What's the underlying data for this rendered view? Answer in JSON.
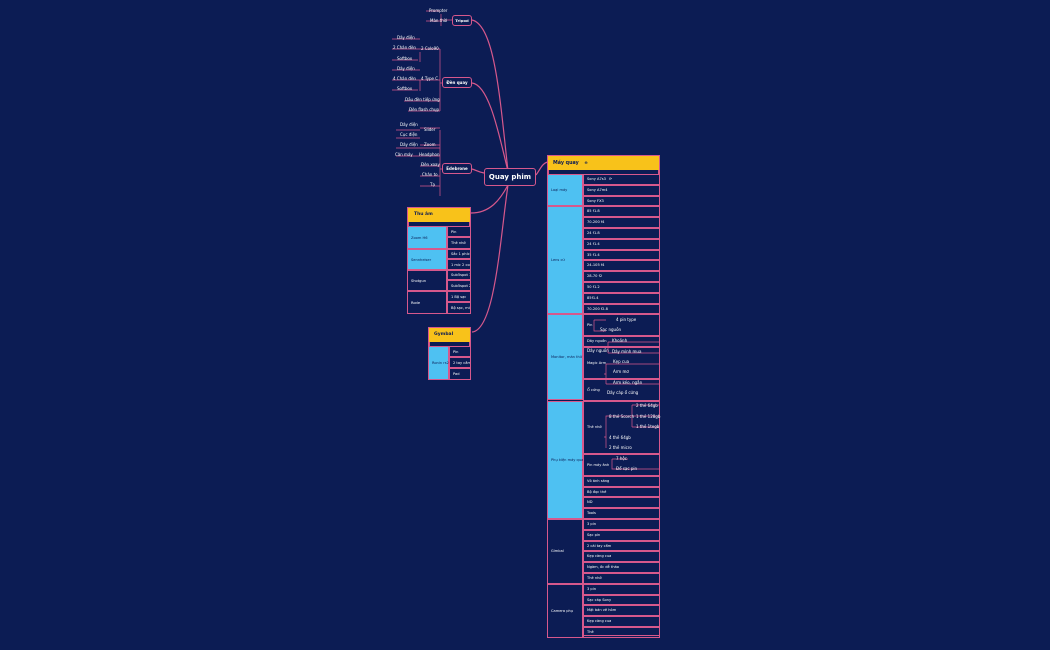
{
  "root": {
    "label": "Quay phim"
  },
  "camera_table": {
    "title": "Máy quay",
    "groups": [
      {
        "label": "Loại máy",
        "items": [
          "Sony A7s3",
          "Sony A7m4",
          "Sony FX3"
        ]
      },
      {
        "label": "Lens cứ",
        "items": [
          "85 f1.8",
          "70-200 f4",
          "24 f1.8",
          "24 f1.4",
          "35 f1.4",
          "24-105 f4",
          "28-70 f2",
          "50 f1.2",
          "85f1.4",
          "70-200 f2.8"
        ]
      },
      {
        "label": "Monitor, màn thử",
        "items": [
          "Pin",
          "Dây nguồn",
          "Magic Arm",
          "Ổ cứng"
        ]
      },
      {
        "label": "Phụ kiện máy quay",
        "items": [
          "Thẻ nhớ",
          "Pin máy ảnh",
          "Vỏ ánh sáng",
          "Bộ đọc thẻ",
          "ND",
          "Tools"
        ]
      },
      {
        "label": "Gimbal",
        "items": [
          "3 pin",
          "Sạc pin",
          "2 cái tay cầm",
          "Kẹp càng cua",
          "Ngàm, ốc dễ tháo",
          "Thẻ nhớ"
        ]
      },
      {
        "label": "Camera phụ",
        "items": [
          "3 pin",
          "Sạc cáp Sony",
          "Mặt bán vẽ hòm",
          "Kẹp càng cua",
          "Thẻ"
        ]
      }
    ],
    "sub_notes": {
      "sony_a7s3_icon": "link-icon",
      "pin_items": [
        "4 pin type",
        "Sạc nguồn"
      ],
      "day_nguon": "Dây nguồn",
      "day_nguon_items": [
        "Khoảnh",
        "Dây mình mua"
      ],
      "magic_arm_items": [
        "Kẹp cua",
        "Arm mơ",
        "Arm kéo, ngắn"
      ],
      "o_cung_note": "Dây cáp ổ cứng",
      "the_nho_items": [
        "8 thẻ Scorch",
        "4 thẻ 64gb",
        "2 thẻ micro"
      ],
      "the_nho_sub": [
        "2 thẻ 64gb",
        "1 thẻ 128gb",
        "1 thẻ 1tegb"
      ],
      "pin_may_anh_items": [
        "7 hộc",
        "Để sạc pin"
      ]
    }
  },
  "left_branches": {
    "tripod": {
      "label": "Tripod",
      "items": [
        "Prompter",
        "Màn thời"
      ]
    },
    "den_quay": {
      "label": "Đèn quay",
      "groups": [
        {
          "label": "2 Colo90",
          "items": [
            "Dây điện",
            "2 Chân đèn",
            "Softbox"
          ]
        },
        {
          "label": "4 Type C",
          "items": [
            "Dây điện",
            "4 Chân đèn",
            "Softbox"
          ]
        }
      ],
      "extras": [
        "Dầu đèn tiếp ứng",
        "Đèn flash chụp"
      ]
    },
    "edebrone": {
      "label": "Edebrone",
      "rows": [
        {
          "right": "Slider",
          "left": "Dây điện"
        },
        {
          "right": "",
          "left": "Cục điện"
        },
        {
          "right": "Zoom",
          "left": "Dây điện"
        },
        {
          "right": "Headphon",
          "left": "Cân máy"
        },
        {
          "right": "Đèn xoay",
          "left": ""
        },
        {
          "right": "Chân to",
          "left": ""
        },
        {
          "right": "Tạ",
          "left": ""
        }
      ]
    },
    "thu_am": {
      "title": "Thu âm",
      "groups": [
        {
          "label": "Zoom H6",
          "items": [
            "Pin",
            "Thẻ nhớ"
          ]
        },
        {
          "label": "Sennheiser",
          "items": [
            "Sắc 1 phích",
            "1 mic 2 con"
          ]
        },
        {
          "label": "Shotgun",
          "items": [
            "Sub5spot 1",
            "Sub5spot 2"
          ]
        },
        {
          "label": "Rode",
          "items": [
            "1 Bộ sạc",
            "Bộ sạc, mic"
          ]
        }
      ]
    },
    "gymbal": {
      "title": "Gymbal",
      "groups": [
        {
          "label": "Ronin rs2",
          "items": [
            "Pin",
            "2 tay cầm",
            "Pad"
          ]
        }
      ]
    }
  },
  "colors": {
    "background": "#0c1c54",
    "branch": "#d6588c",
    "header": "#f8c21a",
    "group": "#4ec1f2"
  }
}
